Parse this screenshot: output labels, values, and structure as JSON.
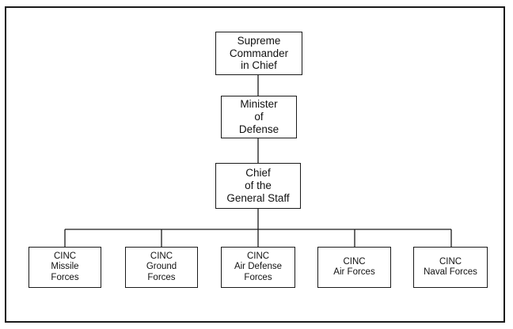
{
  "diagram": {
    "hierarchy": [
      {
        "id": "supreme",
        "label": "Supreme\nCommander\nin Chief"
      },
      {
        "id": "minister",
        "label": "Minister\nof\nDefense"
      },
      {
        "id": "chief",
        "label": "Chief\nof the\nGeneral Staff"
      }
    ],
    "commands": [
      {
        "id": "missile",
        "label": "CINC\nMissile\nForces"
      },
      {
        "id": "ground",
        "label": "CINC\nGround\nForces"
      },
      {
        "id": "air-defense",
        "label": "CINC\nAir Defense\nForces"
      },
      {
        "id": "air",
        "label": "CINC\nAir Forces"
      },
      {
        "id": "naval",
        "label": "CINC\nNaval Forces"
      }
    ]
  }
}
